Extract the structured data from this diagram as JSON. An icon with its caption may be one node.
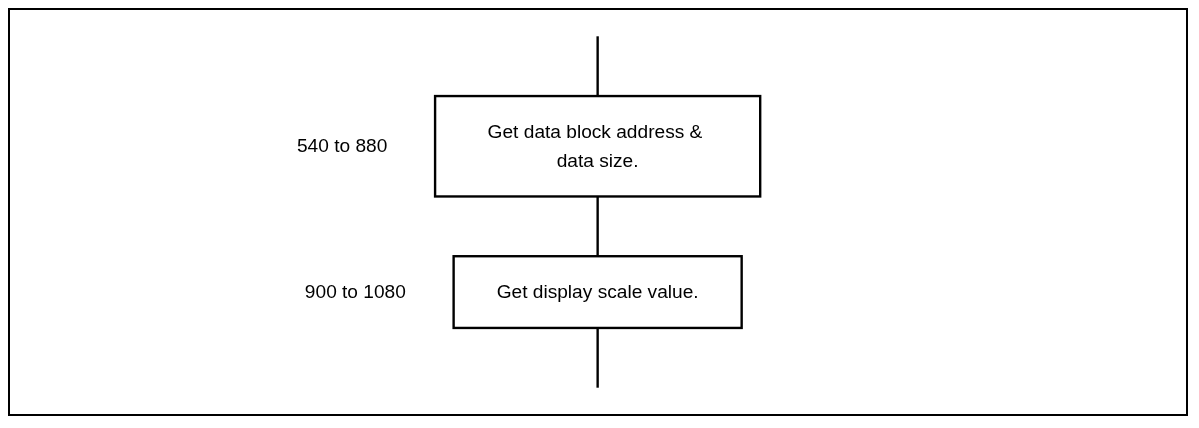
{
  "diagram": {
    "nodes": [
      {
        "text": [
          "Get data block address & data size."
        ],
        "beside": [
          "540 to 880"
        ]
      },
      {
        "text": [
          "Get display scale value."
        ],
        "beside": [
          "900 to 1080"
        ]
      }
    ],
    "edges": [
      {
        "from": null,
        "to": 0,
        "arrow": "none"
      },
      {
        "from": 0,
        "to": 1,
        "arrow": "none"
      },
      {
        "from": 1,
        "to": null,
        "arrow": "none"
      }
    ]
  }
}
